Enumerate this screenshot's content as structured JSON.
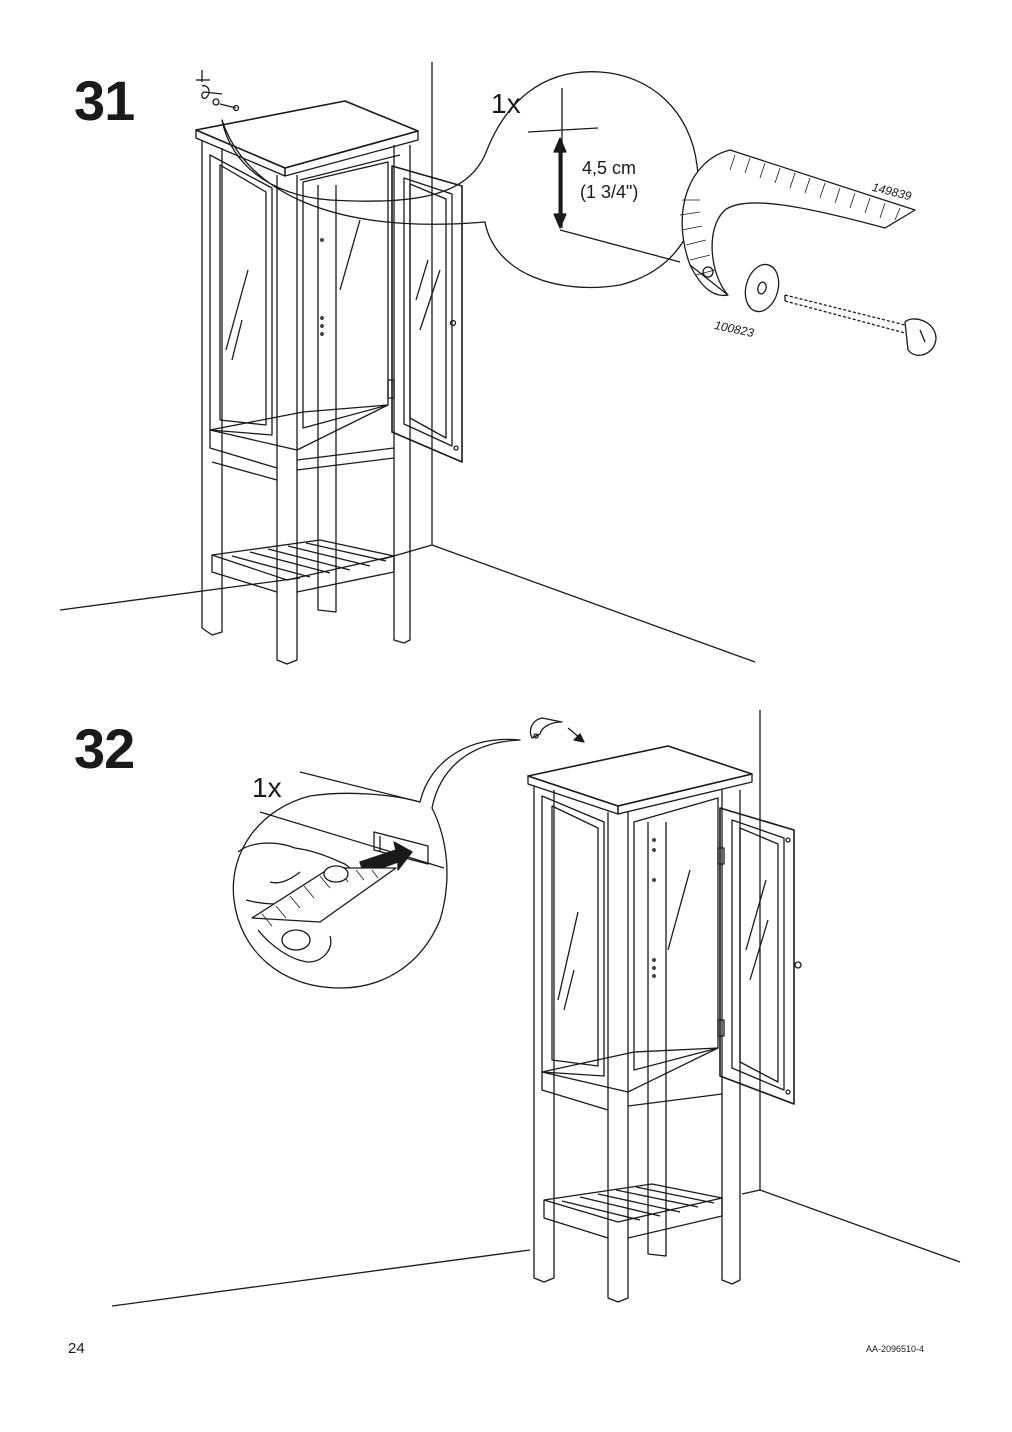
{
  "steps": [
    {
      "number": "31",
      "quantity": "1x",
      "dimension_metric": "4,5 cm",
      "dimension_imperial": "(1 3/4\")",
      "part_numbers": [
        "149839",
        "100823"
      ]
    },
    {
      "number": "32",
      "quantity": "1x"
    }
  ],
  "footer": {
    "page_number": "24",
    "document_code": "AA-2096510-4"
  },
  "icons": [
    "wall-strap-icon",
    "screw-icon",
    "washer-icon",
    "push-arrow-icon",
    "hand-icon"
  ],
  "colors": {
    "ink": "#1a1a1a",
    "paper": "#ffffff"
  }
}
